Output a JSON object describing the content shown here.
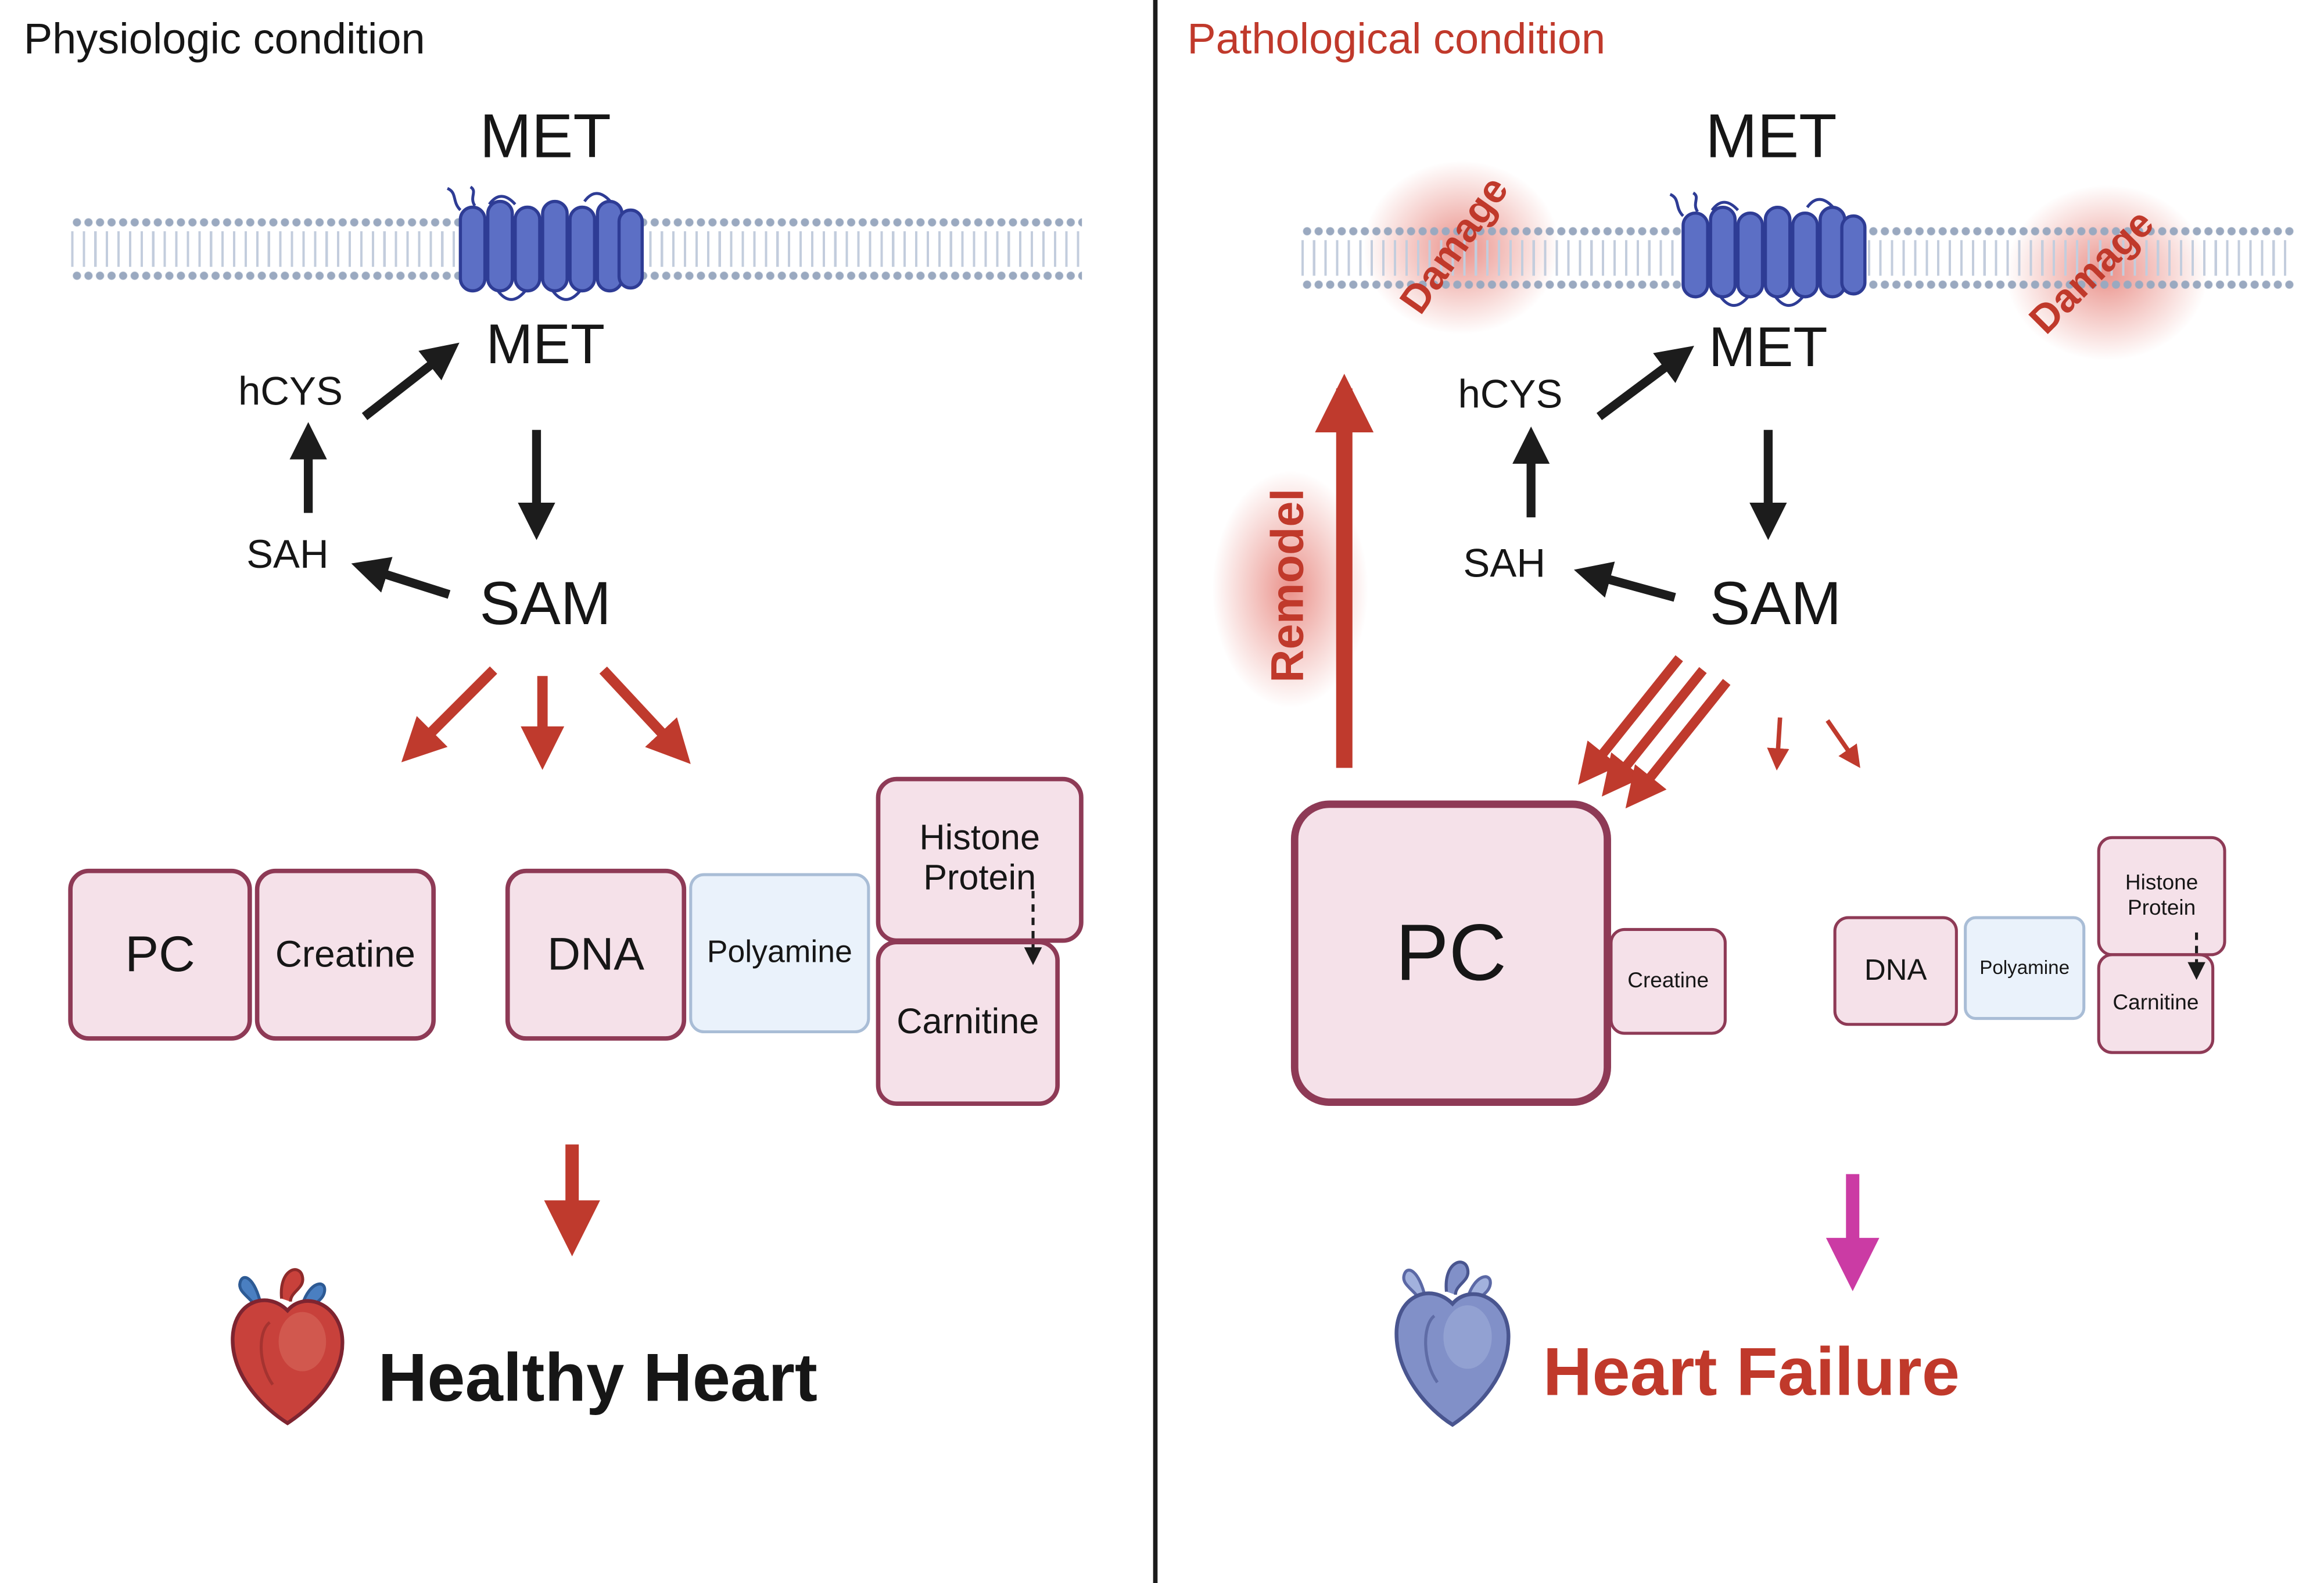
{
  "left": {
    "title": "Physiologic condition",
    "met_membrane": "MET",
    "met_cyto": "MET",
    "hcys": "hCYS",
    "sah": "SAH",
    "sam": "SAM",
    "boxes": {
      "pc": "PC",
      "creatine": "Creatine",
      "dna": "DNA",
      "polyamine": "Polyamine",
      "histone_protein": "Histone Protein",
      "carnitine": "Carnitine"
    },
    "outcome": "Healthy Heart"
  },
  "right": {
    "title": "Pathological condition",
    "met_membrane": "MET",
    "met_cyto": "MET",
    "hcys": "hCYS",
    "sah": "SAH",
    "sam": "SAM",
    "remodel": "Remodel",
    "damage_left": "Damage",
    "damage_right": "Damage",
    "boxes": {
      "pc": "PC",
      "creatine": "Creatine",
      "dna": "DNA",
      "polyamine": "Polyamine",
      "histone_protein": "Histone Protein",
      "carnitine": "Carnitine"
    },
    "outcome": "Heart Failure"
  },
  "colors": {
    "accent_red": "#c0392b",
    "magenta_arrow": "#cb3ba4",
    "box_pink_fill": "#f5e1e9",
    "box_pink_border": "#8e3a56",
    "box_blue_fill": "#eaf2fb",
    "box_blue_border": "#a9bdd6",
    "membrane_heads": "#9aa9c0",
    "transporter_blue": "#5c6fc5",
    "healthy_heart_red": "#c8413b",
    "failing_heart_blue": "#8190c8",
    "arrow_black": "#1c1c1c"
  }
}
